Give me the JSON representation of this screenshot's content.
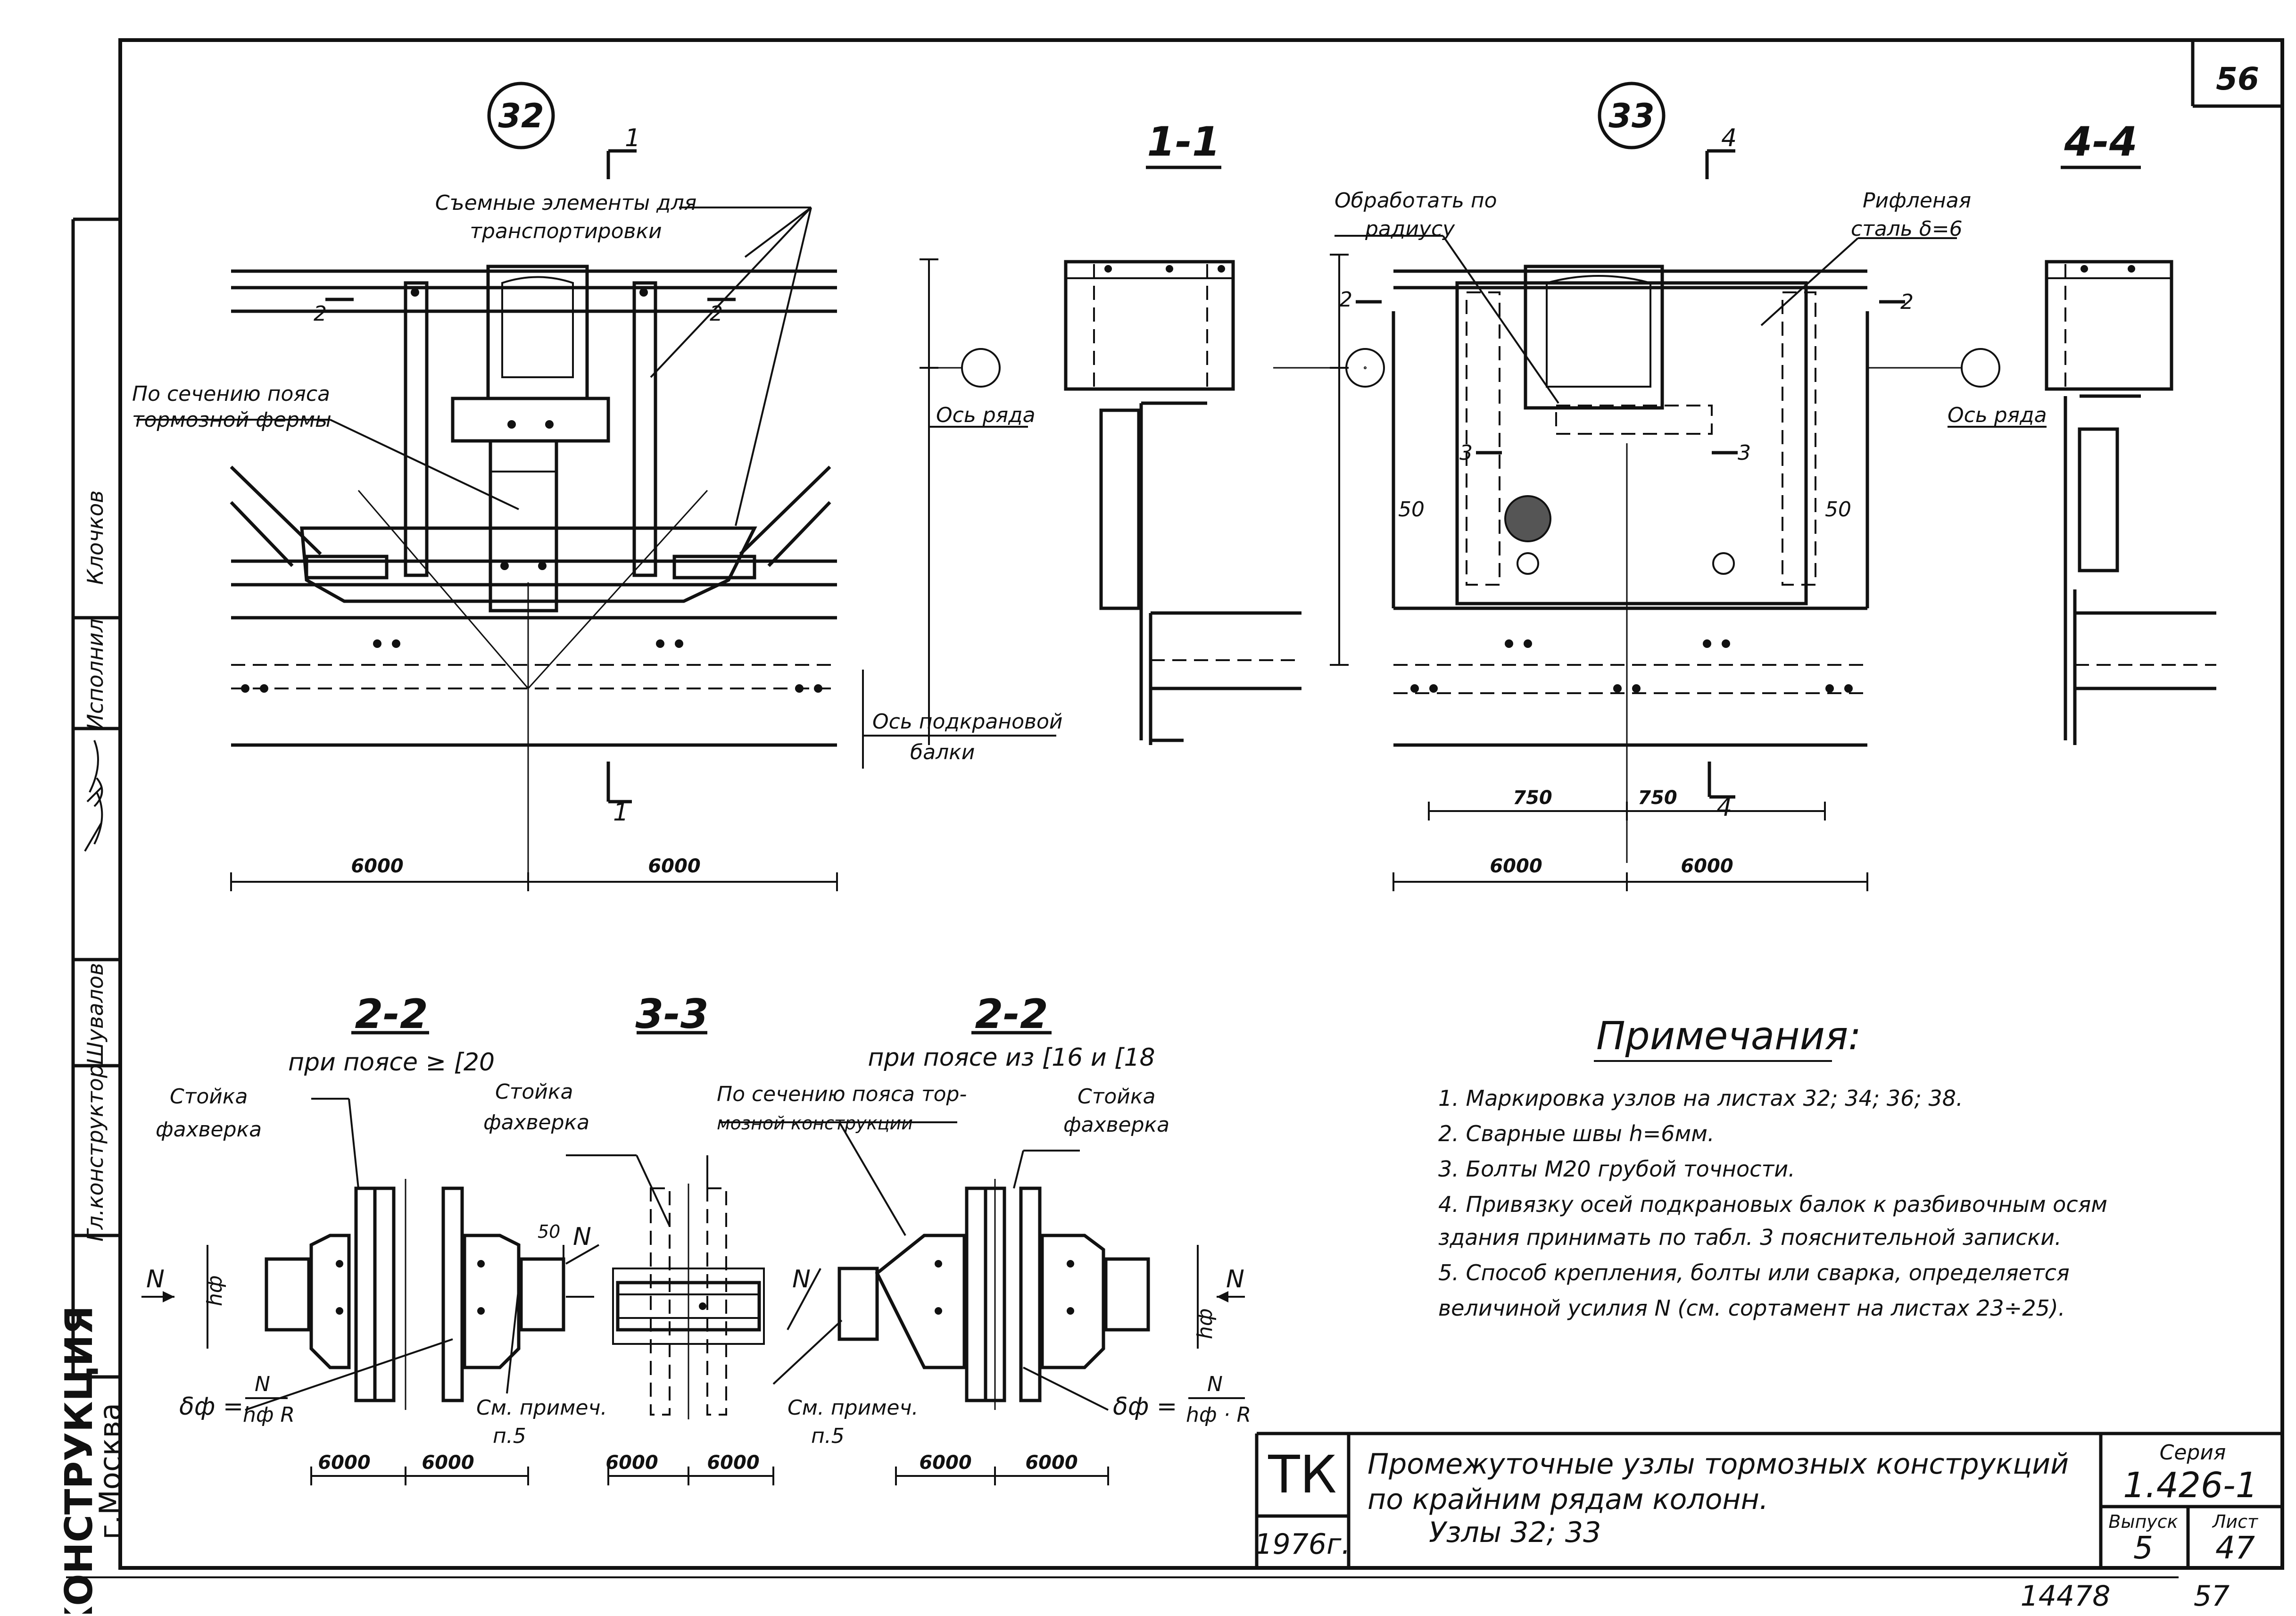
{
  "sheet": {
    "page_number": "56",
    "footer_numbers": [
      "14478",
      "57"
    ]
  },
  "left_strip": {
    "signatures": [
      "Клочков",
      "Исполнил",
      "Шувалов",
      "Гл.конструктор"
    ],
    "org_name": "КОНСТРУКЦИЯ",
    "city": "г.Москва"
  },
  "node32": {
    "label": "32",
    "cut_mark": "1",
    "callout_removable": [
      "Съемные элементы для",
      "транспортировки"
    ],
    "callout_section": [
      "По сечению пояса",
      "тормозной фермы"
    ],
    "axis_row": "Ось ряда",
    "axis_beam": [
      "Ось подкрановой",
      "балки"
    ],
    "cut2_left": "2",
    "cut2_right": "2",
    "dims": [
      "6000",
      "6000"
    ]
  },
  "section_1_1": {
    "title": "1-1"
  },
  "node33": {
    "label": "33",
    "cut_mark": "4",
    "callout_radius": [
      "Обработать по",
      "радиусу"
    ],
    "callout_plate": [
      "Рифленая",
      "сталь δ=6"
    ],
    "cut3_left": "3",
    "cut3_right": "3",
    "cut2_left": "2",
    "cut2_right": "2",
    "weld_50_left": "50",
    "weld_50_right": "50",
    "dims_750": [
      "750",
      "750"
    ],
    "dims": [
      "6000",
      "6000"
    ]
  },
  "section_4_4": {
    "title": "4-4",
    "axis_row": "Ось ряда"
  },
  "section_2_2_a": {
    "title": "2-2",
    "subtitle": "при поясе ≥ [20",
    "callout": [
      "Стойка",
      "фахверка"
    ],
    "force": "N",
    "hf": "hф",
    "dim_50": "50",
    "formula_lhs": "δф =",
    "formula_num": "N",
    "formula_den": "hф R",
    "see_note": [
      "См. примеч.",
      "п.5"
    ],
    "dims": [
      "6000",
      "6000"
    ]
  },
  "section_3_3": {
    "title": "3-3",
    "callout": [
      "Стойка",
      "фахверка"
    ],
    "dims": [
      "6000",
      "6000"
    ]
  },
  "section_2_2_b": {
    "title": "2-2",
    "subtitle": "при поясе из [16 и [18",
    "callout_section": [
      "По сечению пояса тор-",
      "мозной конструкции"
    ],
    "callout": [
      "Стойка",
      "фахверка"
    ],
    "force": "N",
    "hf": "hф",
    "see_note": [
      "См. примеч.",
      "п.5"
    ],
    "formula_lhs": "δф =",
    "formula_num": "N",
    "formula_den": "hф · R",
    "dims": [
      "6000",
      "6000"
    ]
  },
  "notes": {
    "title": "Примечания:",
    "items": [
      "1.  Маркировка  узлов  на листах  32; 34; 36; 38.",
      "2.  Сварные    швы  h=6мм.",
      "3.  Болты  М20  грубой  точности.",
      "4.  Привязку  осей  подкрановых  балок  к разбивочным осям",
      "     здания   принимать   по  табл. 3  пояснительной  записки.",
      "5.  Способ    крепления, болты  или  сварка,  определяется",
      "     величиной  усилия   N (см. сортамент на листах  23÷25)."
    ]
  },
  "title_block": {
    "org_code": "ТК",
    "year": "1976г.",
    "title_lines": [
      "Промежуточные узлы тормозных конструкций",
      "по  крайним  рядам  колонн.",
      "Узлы  32; 33"
    ],
    "series_label": "Серия",
    "series_value": "1.426-1",
    "issue_label": "Выпуск",
    "issue_value": "5",
    "sheet_label": "Лист",
    "sheet_value": "47"
  }
}
